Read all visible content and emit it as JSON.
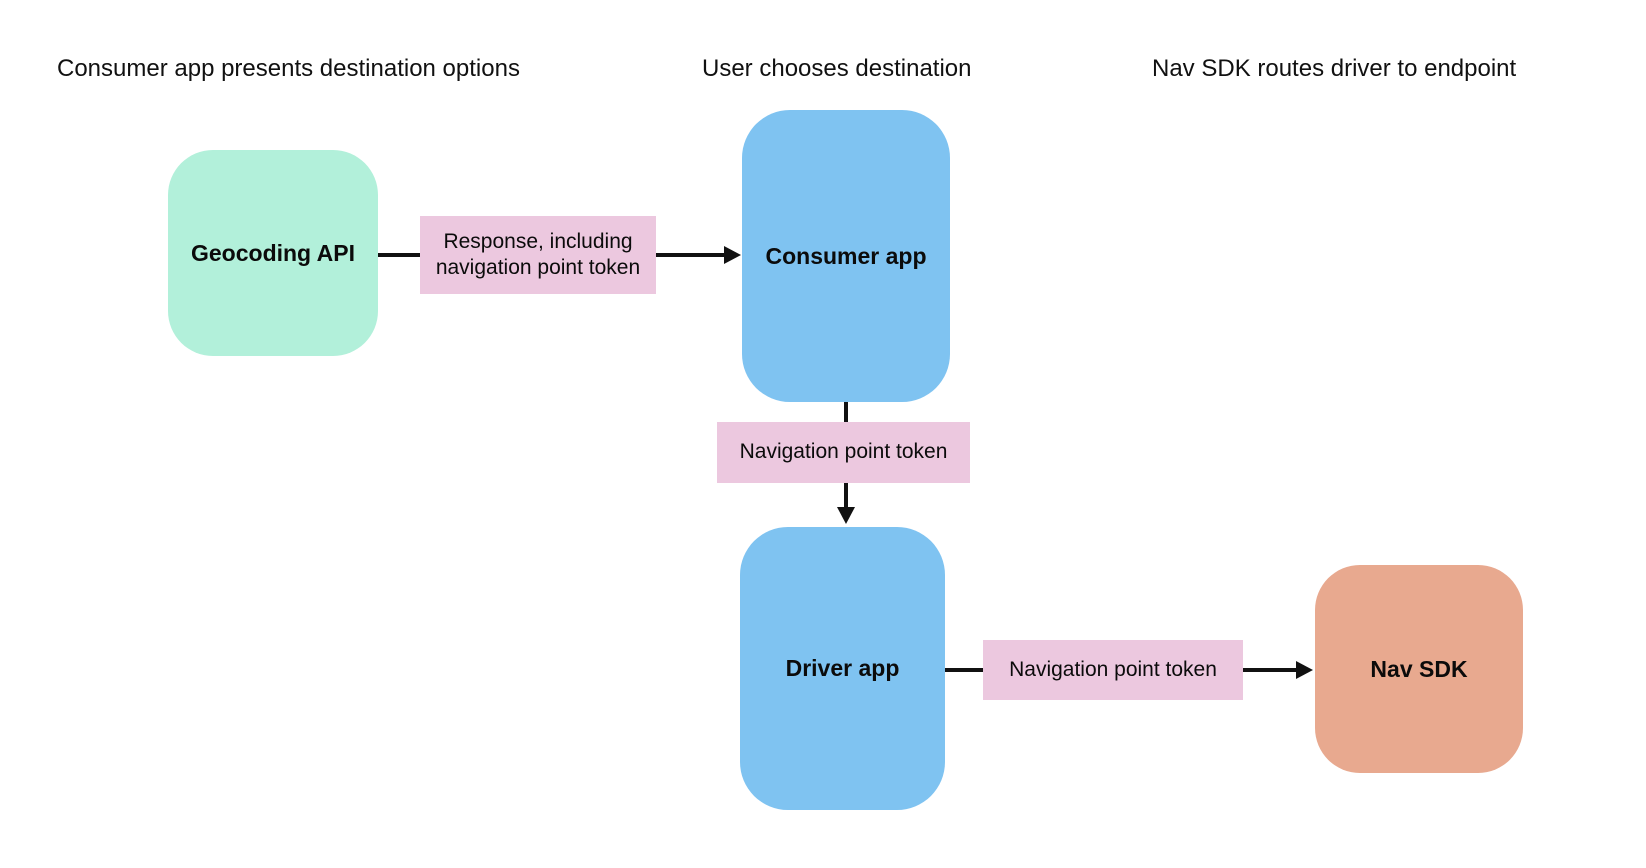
{
  "diagram": {
    "phase_headers": [
      "Consumer app presents destination options",
      "User chooses destination",
      "Nav SDK routes driver to endpoint"
    ],
    "nodes": [
      {
        "id": "geocoding-api",
        "label": "Geocoding API",
        "fill": "#b2f0da"
      },
      {
        "id": "consumer-app",
        "label": "Consumer app",
        "fill": "#7fc3f1"
      },
      {
        "id": "driver-app",
        "label": "Driver app",
        "fill": "#7fc3f1"
      },
      {
        "id": "nav-sdk",
        "label": "Nav SDK",
        "fill": "#e8a98f"
      }
    ],
    "edges": [
      {
        "from": "Geocoding API",
        "to": "Consumer app",
        "label": "Response, including navigation point token",
        "label_fill": "#ecc8df",
        "direction": "right"
      },
      {
        "from": "Consumer app",
        "to": "Driver app",
        "label": "Navigation point token",
        "label_fill": "#ecc8df",
        "direction": "down"
      },
      {
        "from": "Driver app",
        "to": "Nav SDK",
        "label": "Navigation point token",
        "label_fill": "#ecc8df",
        "direction": "right"
      }
    ],
    "colors": {
      "background": "#ffffff",
      "connector": "#111111",
      "text": "#0b0b0b"
    }
  }
}
